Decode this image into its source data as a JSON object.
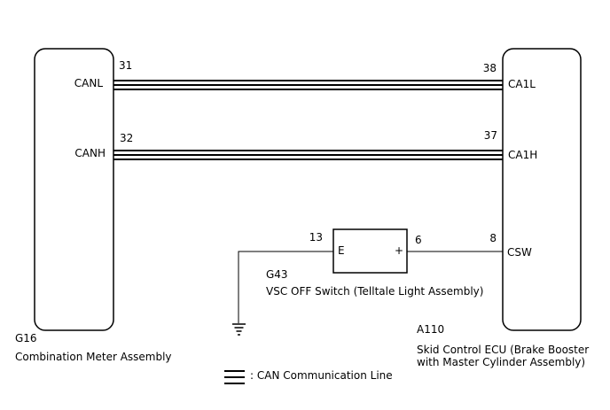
{
  "left_ecu": {
    "code": "G16",
    "name": "Combination Meter Assembly",
    "pins": [
      {
        "number": "31",
        "signal": "CANL"
      },
      {
        "number": "32",
        "signal": "CANH"
      }
    ]
  },
  "right_ecu": {
    "code": "A110",
    "name_line1": "Skid Control ECU (Brake Booster",
    "name_line2": "with Master Cylinder Assembly)",
    "pins": [
      {
        "number": "38",
        "signal": "CA1L"
      },
      {
        "number": "37",
        "signal": "CA1H"
      },
      {
        "number": "8",
        "signal": "CSW"
      }
    ]
  },
  "switch": {
    "code": "G43",
    "name": "VSC OFF Switch (Telltale Light Assembly)",
    "left_terminal": "E",
    "right_terminal": "+",
    "left_pin": "13",
    "right_pin": "6"
  },
  "legend": {
    "label": ": CAN Communication Line"
  }
}
